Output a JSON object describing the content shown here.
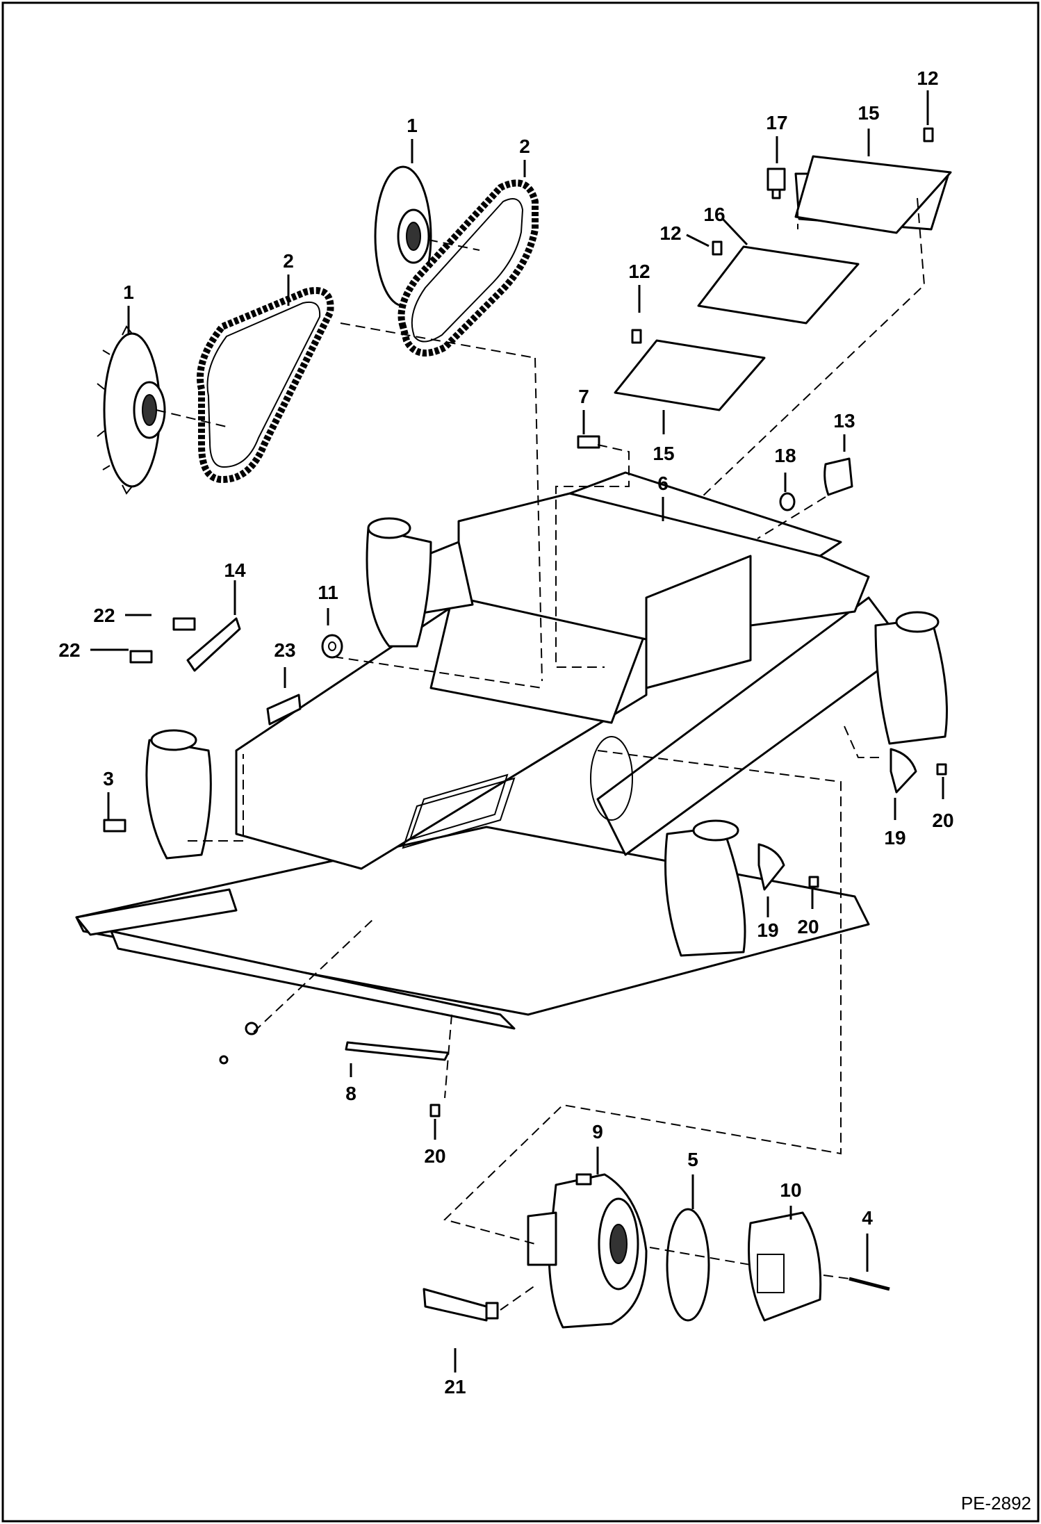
{
  "figure": {
    "doc_id": "PE-2892",
    "callouts": {
      "c1a": "1",
      "c1b": "1",
      "c2a": "2",
      "c2b": "2",
      "c3": "3",
      "c4": "4",
      "c5": "5",
      "c6": "6",
      "c7": "7",
      "c8": "8",
      "c9": "9",
      "c10": "10",
      "c11": "11",
      "c12a": "12",
      "c12b": "12",
      "c12c": "12",
      "c13": "13",
      "c14": "14",
      "c15a": "15",
      "c15b": "15",
      "c16": "16",
      "c17": "17",
      "c18": "18",
      "c19a": "19",
      "c19b": "19",
      "c20a": "20",
      "c20b": "20",
      "c20c": "20",
      "c21": "21",
      "c22a": "22",
      "c22b": "22",
      "c23": "23"
    }
  }
}
